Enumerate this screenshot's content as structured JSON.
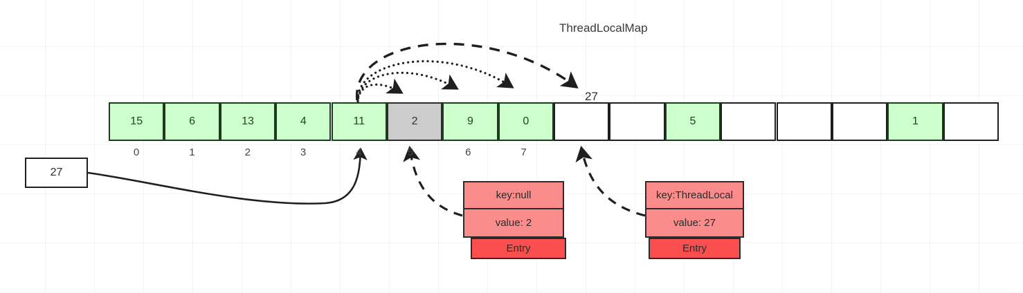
{
  "diagram": {
    "title": "ThreadLocalMap",
    "source_box": {
      "value": "27"
    },
    "inserted_label": "27",
    "array": {
      "cells": [
        {
          "value": "15",
          "state": "green"
        },
        {
          "value": "6",
          "state": "green"
        },
        {
          "value": "13",
          "state": "green"
        },
        {
          "value": "4",
          "state": "green"
        },
        {
          "value": "11",
          "state": "green"
        },
        {
          "value": "2",
          "state": "gray"
        },
        {
          "value": "9",
          "state": "green"
        },
        {
          "value": "0",
          "state": "green"
        },
        {
          "value": "",
          "state": "empty"
        },
        {
          "value": "",
          "state": "empty"
        },
        {
          "value": "5",
          "state": "green"
        },
        {
          "value": "",
          "state": "empty"
        },
        {
          "value": "",
          "state": "empty"
        },
        {
          "value": "",
          "state": "empty"
        },
        {
          "value": "1",
          "state": "green"
        },
        {
          "value": "",
          "state": "empty"
        }
      ],
      "indices": [
        "0",
        "1",
        "2",
        "3",
        "4",
        "5",
        "6",
        "7"
      ]
    },
    "entries": [
      {
        "name": "stale-entry",
        "key": "key:null",
        "value": "value: 2",
        "type_label": "Entry"
      },
      {
        "name": "new-entry",
        "key": "key:ThreadLocal",
        "value": "value: 27",
        "type_label": "Entry"
      }
    ],
    "colors": {
      "green_fill": "#ccffcc",
      "green_stroke": "#1d3b1d",
      "gray_fill": "#cccccc",
      "entry_fill": "#fa8c8c",
      "entry_tab_fill": "#fb4e4e",
      "stroke": "#1f1f1f"
    }
  }
}
